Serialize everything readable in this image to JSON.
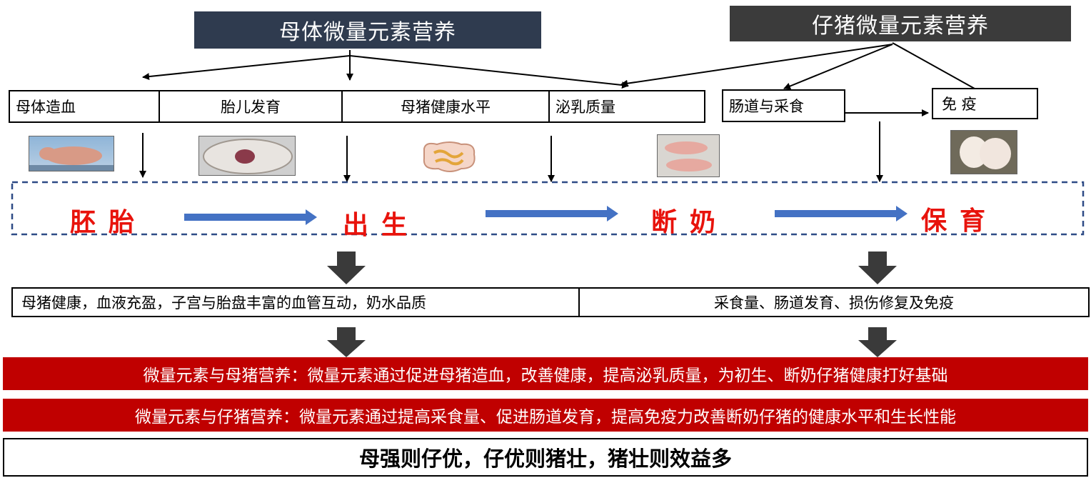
{
  "headers": {
    "maternal": "母体微量元素营养",
    "piglet": "仔猪微量元素营养"
  },
  "maternal_boxes": [
    "母体造血",
    "胎儿发育",
    "母猪健康水平",
    "泌乳质量"
  ],
  "piglet_boxes": [
    "肠道与采食",
    "免  疫"
  ],
  "stages": [
    "胚胎",
    "出生",
    "断奶",
    "保育"
  ],
  "outcomes": {
    "left": "母猪健康，血液充盈，子宫与胎盘丰富的血管互动，奶水品质",
    "right": "采食量、肠道发育、损伤修复及免疫"
  },
  "bands": {
    "sow": "微量元素与母猪营养：微量元素通过促进母猪造血，改善健康，提高泌乳质量，为初生、断奶仔猪健康打好基础",
    "piglet": "微量元素与仔猪营养：微量元素通过提高采食量、促进肠道发育，提高免疫力改善断奶仔猪的健康水平和生长性能"
  },
  "motto": "母强则仔优，仔优则猪壮，猪壮则效益多",
  "colors": {
    "stage_text": "#e8130c",
    "band_bg": "#c00000",
    "dashed_border": "#2e4b86",
    "flow_arrow": "#4472c4",
    "maternal_header": "#2f3b4f",
    "piglet_header": "#3b3b3b"
  }
}
